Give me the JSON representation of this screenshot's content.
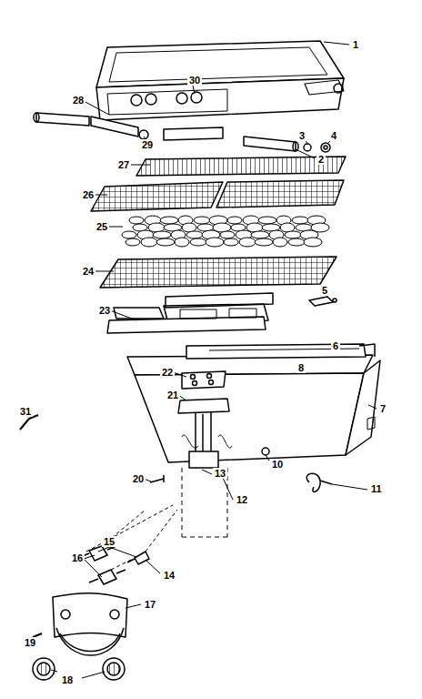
{
  "diagram": {
    "labels": [
      "1",
      "30",
      "28",
      "29",
      "3",
      "4",
      "2",
      "27",
      "26",
      "25",
      "24",
      "23",
      "5",
      "6",
      "8",
      "22",
      "21",
      "7",
      "31",
      "20",
      "13",
      "10",
      "12",
      "11",
      "15",
      "14",
      "16",
      "17",
      "19",
      "18"
    ]
  }
}
